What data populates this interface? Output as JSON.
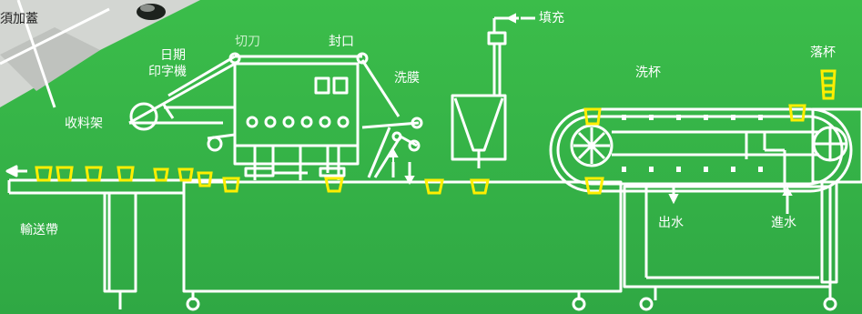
{
  "labels": {
    "cap_sealing": "須加蓋",
    "cutter": "切刀",
    "sealing": "封口",
    "filling": "填充",
    "date_printer_line1": "日期",
    "date_printer_line2": "印字機",
    "film_wash": "洗膜",
    "cup_wash": "洗杯",
    "cup_drop": "落杯",
    "rack": "收料架",
    "conveyor": "輸送帶",
    "water_out": "出水",
    "water_in": "進水"
  },
  "colors": {
    "background": "#2fae44",
    "line": "#ffffff",
    "cup": "#ffee00"
  }
}
